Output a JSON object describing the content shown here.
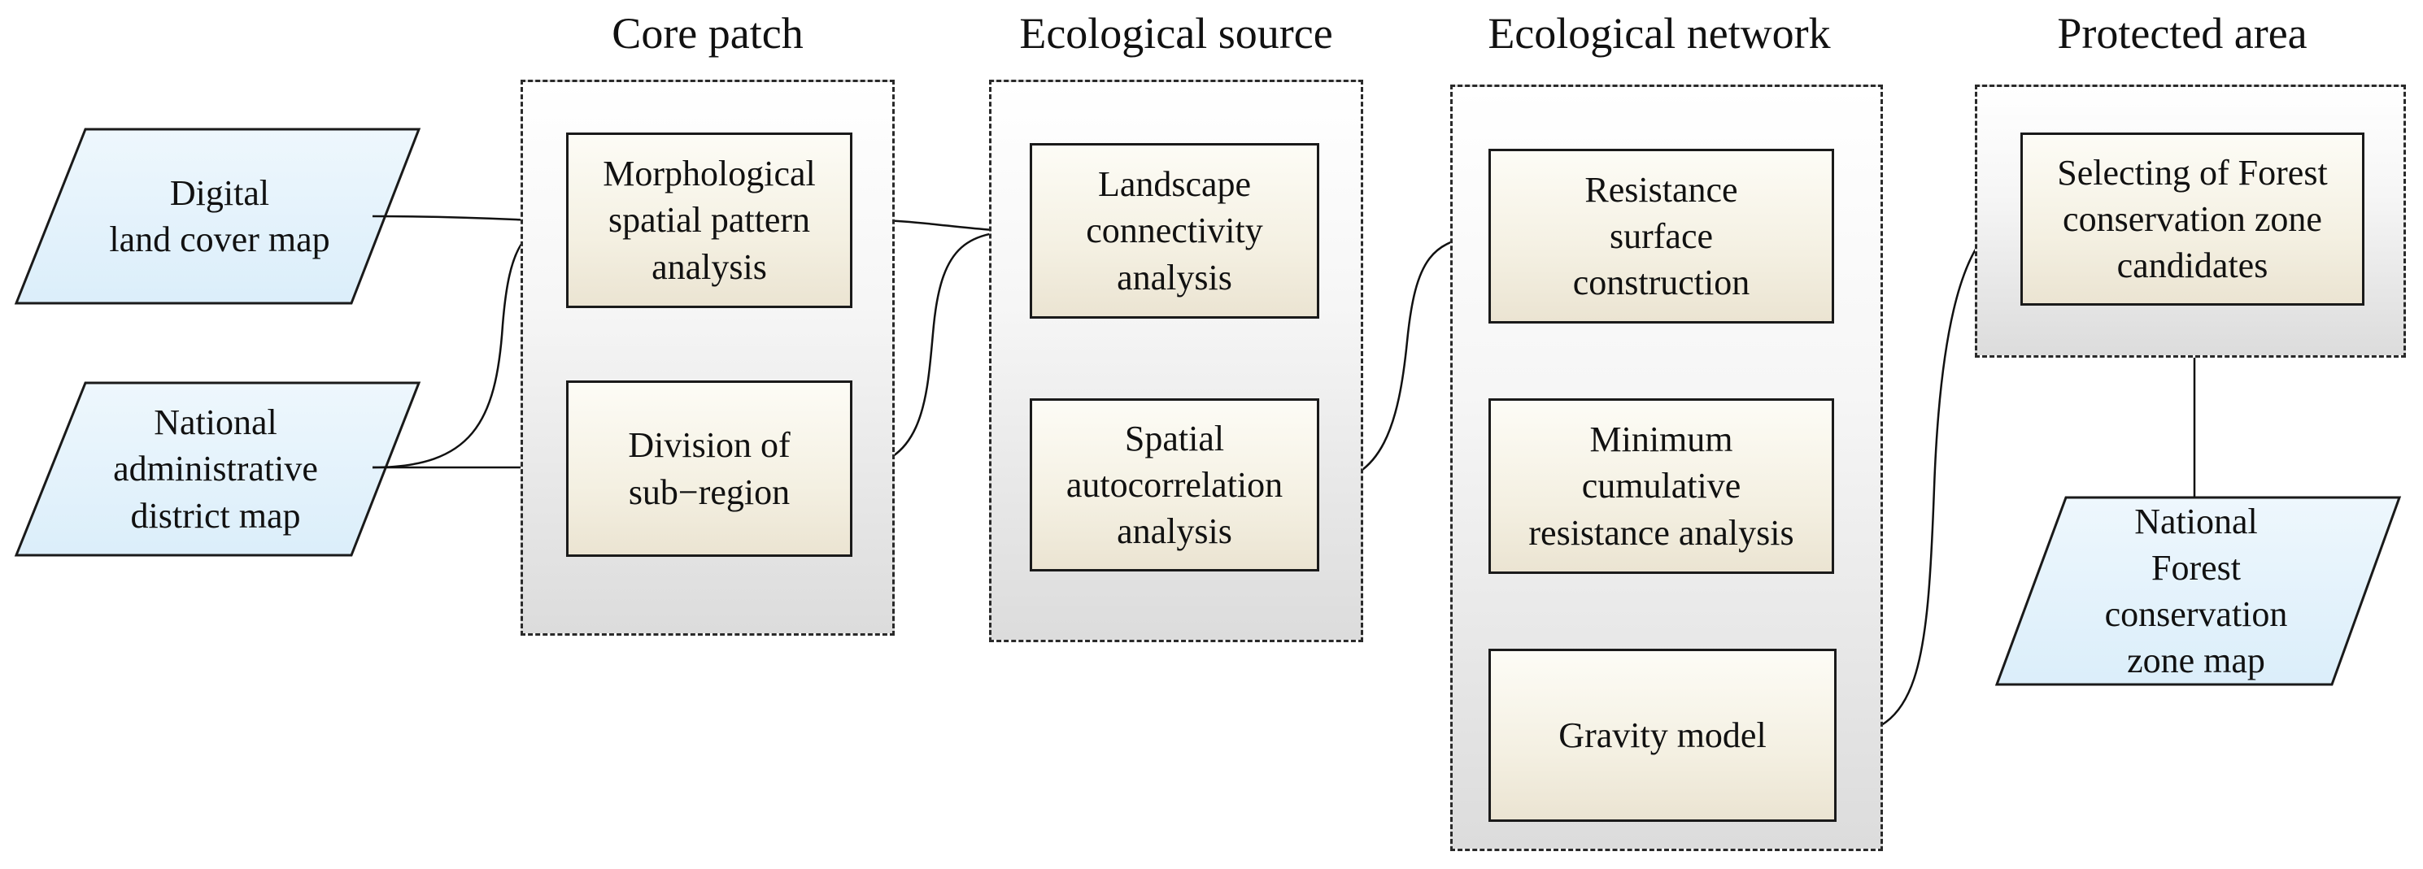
{
  "stages": {
    "core_patch": "Core patch",
    "ecological_source": "Ecological source",
    "ecological_network": "Ecological network",
    "protected_area": "Protected area"
  },
  "inputs": {
    "land_cover": "Digital\nland cover map",
    "admin_district": "National\nadministrative\ndistrict map",
    "forest_zone": "National\nForest\nconservation\nzone map"
  },
  "processes": {
    "mspa": "Morphological\nspatial pattern\nanalysis",
    "subregion": "Division of\nsub−region",
    "connectivity": "Landscape\nconnectivity\nanalysis",
    "autocorrelation": "Spatial\nautocorrelation\nanalysis",
    "resistance": "Resistance\nsurface\nconstruction",
    "mcr": "Minimum\ncumulative\nresistance analysis",
    "gravity": "Gravity model",
    "selecting": "Selecting of Forest\nconservation zone\ncandidates"
  },
  "colors": {
    "input_fill": "#e3f1fb",
    "process_fill": "#f4f0e2",
    "stroke": "#1a1a1a"
  }
}
